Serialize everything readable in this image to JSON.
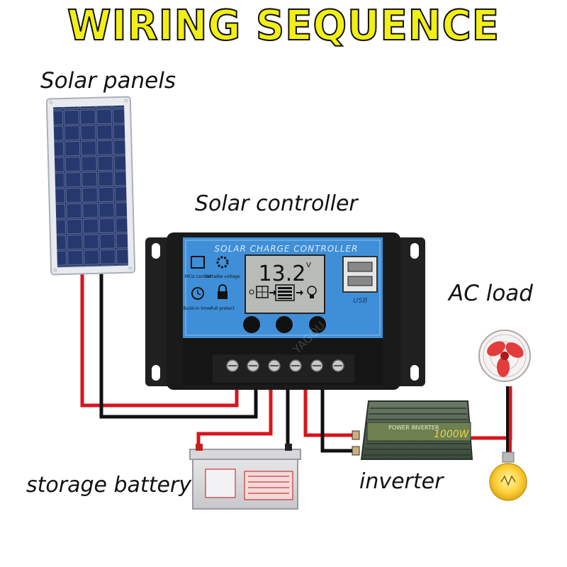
{
  "title": "WIRING SEQUENCE",
  "labels": {
    "solar_panels": "Solar panels",
    "solar_controller": "Solar controller",
    "ac_load": "AC load",
    "storage_battery": "storage battery",
    "inverter": "inverter"
  },
  "controller": {
    "header": "SOLAR CHARGE CONTROLLER",
    "display_value": "13.2",
    "display_unit": "V",
    "features": [
      "MCU control",
      "Settable voltage",
      "Build-in timer",
      "Full protect"
    ],
    "usb_label": "USB"
  },
  "inverter": {
    "brand": "POWER INVERTER",
    "rating": "1000W"
  },
  "watermark": "YAGOU",
  "colors": {
    "title_fill": "#f2ef14",
    "title_stroke": "#111111",
    "wire_red": "#d9141b",
    "wire_black": "#111111",
    "controller_panel": "#3f8fd8",
    "controller_body": "#1a1a1a",
    "inverter_body": "#4a5a4a"
  }
}
